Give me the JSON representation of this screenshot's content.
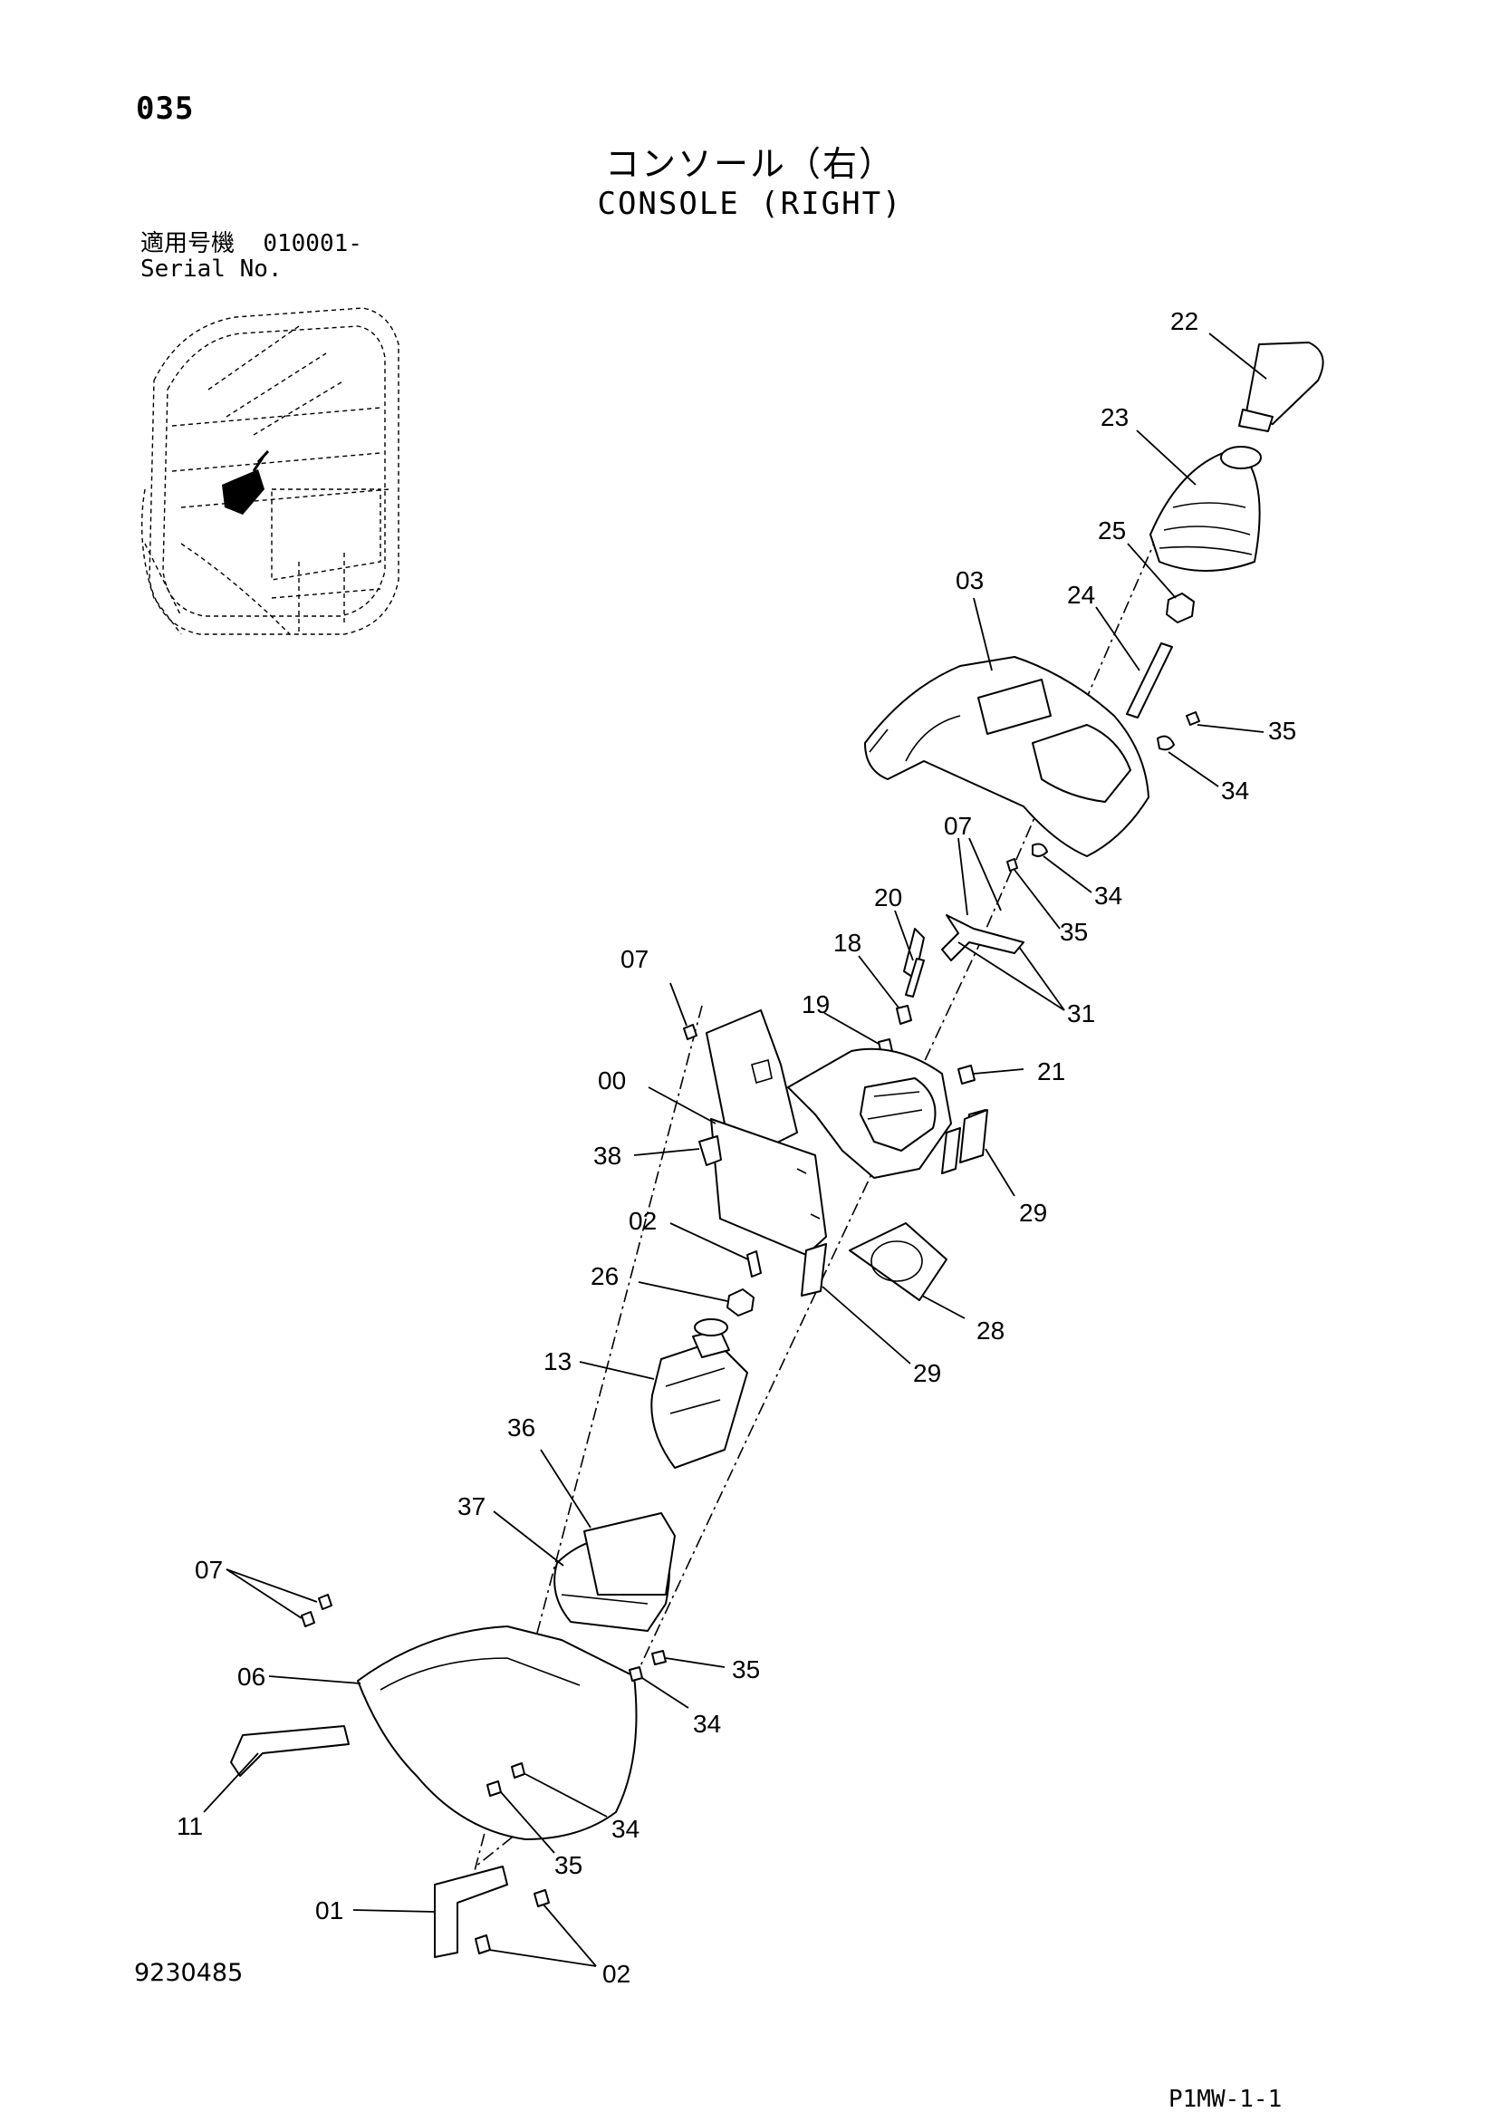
{
  "header": {
    "page_no": "035",
    "title_jp": "コンソール（右）",
    "title_en": "CONSOLE (RIGHT)"
  },
  "serial": {
    "label_jp": "適用号機",
    "value": "010001-",
    "label_en": "Serial No."
  },
  "callouts": {
    "c22": "22",
    "c23": "23",
    "c25": "25",
    "c24": "24",
    "c03": "03",
    "c35a": "35",
    "c34a": "34",
    "c07a": "07",
    "c34b": "34",
    "c35b": "35",
    "c20": "20",
    "c18": "18",
    "c31": "31",
    "c07b": "07",
    "c19": "19",
    "c21": "21",
    "c00": "00",
    "c38": "38",
    "c29a": "29",
    "c02a": "02",
    "c26": "26",
    "c28": "28",
    "c29b": "29",
    "c13": "13",
    "c36": "36",
    "c37": "37",
    "c07c": "07",
    "c35c": "35",
    "c06": "06",
    "c34c": "34",
    "c11": "11",
    "c34d": "34",
    "c35d": "35",
    "c01": "01",
    "c02b": "02"
  },
  "footer": {
    "doc_no": "9230485",
    "page_code": "P1MW-1-1"
  }
}
